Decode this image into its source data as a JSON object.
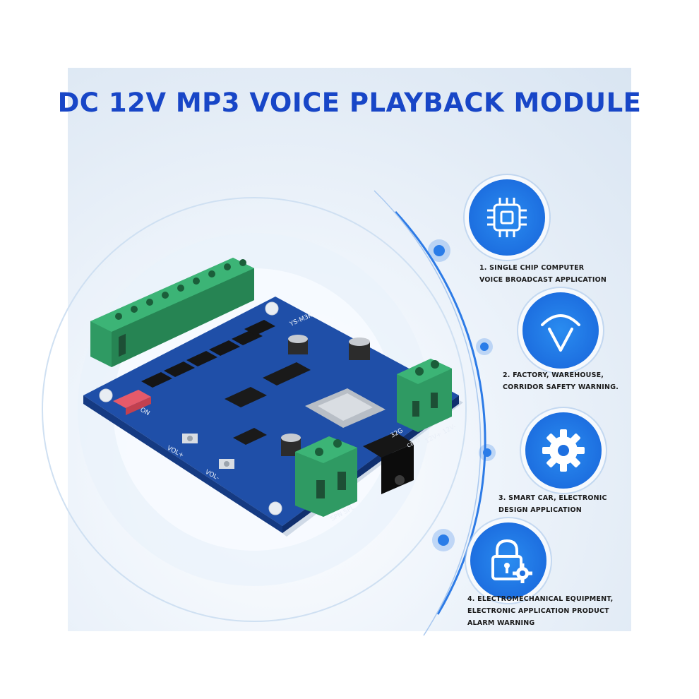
{
  "title": "DC 12V MP3 VOICE PLAYBACK MODULE",
  "features": [
    {
      "icon": "chip-icon",
      "text": "1. SINGLE CHIP COMPUTER\nVOICE BROADCAST APPLICATION"
    },
    {
      "icon": "v-arc-icon",
      "text": "2. FACTORY, WAREHOUSE,\nCORRIDOR SAFETY WARNING."
    },
    {
      "icon": "gear-icon",
      "text": "3. SMART CAR, ELECTRONIC\nDESIGN APPLICATION"
    },
    {
      "icon": "lock-gear-icon",
      "text": "4. ELECTROMECHANICAL EQUIPMENT,\nELECTRONIC APPLICATION PRODUCT\nALARM WARNING"
    }
  ],
  "board": {
    "silkscreen": [
      "YS-M3K",
      "VOL+",
      "VOL-",
      "card",
      "12V+ 12V-",
      "SPN SPL",
      "32G",
      "ON"
    ]
  },
  "colors": {
    "title": "#1846c7",
    "accent": "#1d6fe0",
    "pcb": "#1f4fa8",
    "terminal": "#2f9a63"
  }
}
